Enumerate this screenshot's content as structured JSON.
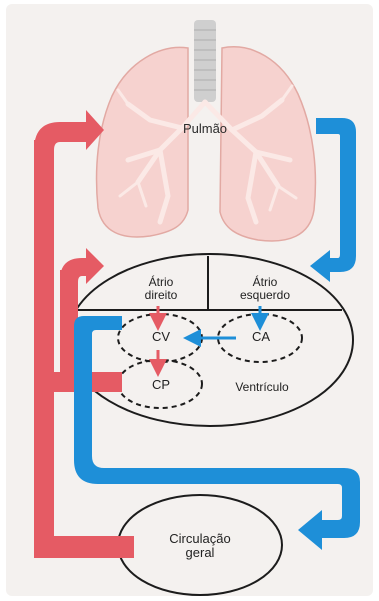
{
  "labels": {
    "lung": "Pulmão",
    "right_atrium": "Átrio\ndireito",
    "left_atrium": "Átrio\nesquerdo",
    "cv": "CV",
    "ca": "CA",
    "cp": "CP",
    "ventricle": "Ventrículo",
    "general_circulation": "Circulação\ngeral"
  },
  "colors": {
    "page_background": "#f4f1ef",
    "lung_fill": "#f6d2cf",
    "lung_outline": "#e2a9a3",
    "lung_vessels": "#fbe9e6",
    "trachea": "#cfcfcf",
    "red_flow": "#e55b64",
    "blue_flow": "#1e8fd8",
    "outline": "#1c1c1c"
  }
}
